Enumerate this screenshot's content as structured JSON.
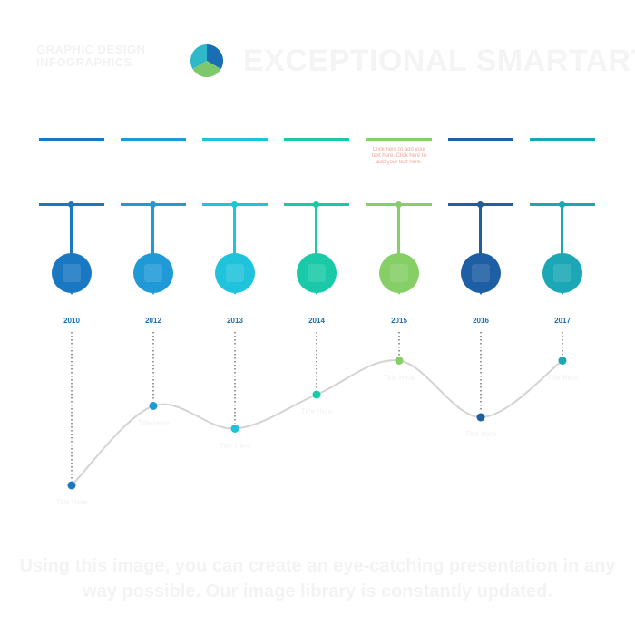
{
  "header": {
    "brand_line1": "GRAPHIC DESIGN",
    "brand_line2": "INFOGRAPHICS",
    "title": "EXCEPTIONAL SMARTART",
    "logo_colors": [
      "#1a6fb3",
      "#2fb8c9",
      "#7cc86a"
    ]
  },
  "timeline": [
    {
      "year": "2010",
      "desc": "",
      "label": "Title Here",
      "color": "#1a78c2",
      "icon": "settings-icon"
    },
    {
      "year": "2012",
      "desc": "",
      "label": "Title Here",
      "color": "#1f9ad6",
      "icon": "chart-icon"
    },
    {
      "year": "2013",
      "desc": "",
      "label": "Title Here",
      "color": "#1fc3dc",
      "icon": "people-icon"
    },
    {
      "year": "2014",
      "desc": "",
      "label": "Title Here",
      "color": "#1ac9a8",
      "icon": "document-icon"
    },
    {
      "year": "2015",
      "desc": "Click here to add your text here. Click here to add your text here.",
      "label": "Title Here",
      "color": "#86cf67",
      "desc_color": "#f2a49a",
      "icon": "target-icon"
    },
    {
      "year": "2016",
      "desc": "",
      "label": "Title Here",
      "color": "#1e5ea4",
      "icon": "globe-icon"
    },
    {
      "year": "2017",
      "desc": "",
      "label": "Title Here",
      "color": "#1ba7b5",
      "icon": "lightbulb-icon"
    }
  ],
  "chart_data": {
    "type": "line",
    "x": [
      "2010",
      "2012",
      "2013",
      "2014",
      "2015",
      "2016",
      "2017"
    ],
    "values": [
      1,
      4.5,
      3.5,
      5,
      6.5,
      4,
      6.5
    ],
    "ylim": [
      0,
      8
    ],
    "grid": false,
    "line_color": "#d3d3d3"
  },
  "footer": {
    "text": "Using this image, you can create an eye-catching presentation in any way possible. Our image library is constantly updated."
  }
}
